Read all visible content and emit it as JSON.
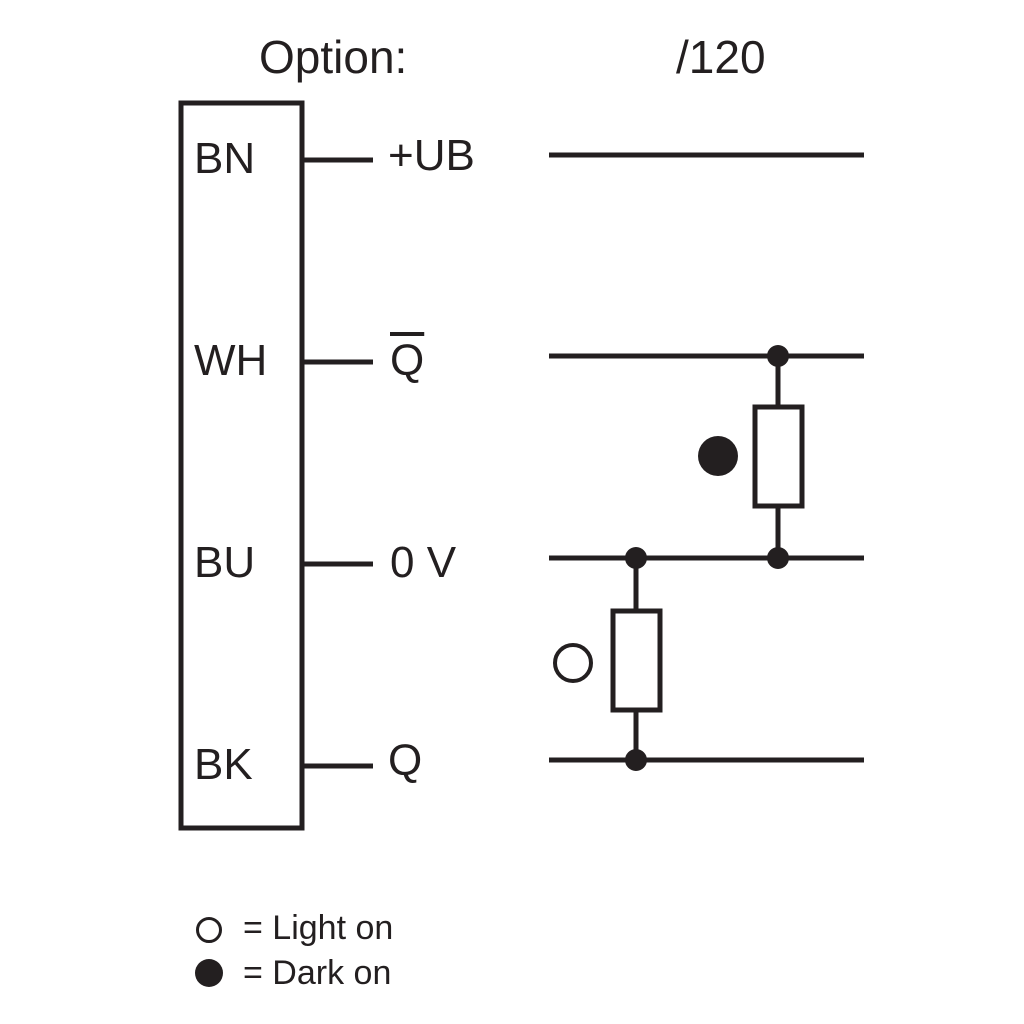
{
  "header": {
    "option_label": "Option:",
    "option_value": "/120"
  },
  "pins": [
    {
      "color_code": "BN",
      "signal": "+UB"
    },
    {
      "color_code": "WH",
      "signal": "Q"
    },
    {
      "color_code": "BU",
      "signal": "0 V"
    },
    {
      "color_code": "BK",
      "signal": "Q"
    }
  ],
  "loads": [
    {
      "mode_icon": "filled-circle-icon",
      "between": [
        "WH",
        "BU"
      ]
    },
    {
      "mode_icon": "open-circle-icon",
      "between": [
        "BU",
        "BK"
      ]
    }
  ],
  "legend": {
    "light_on": "= Light on",
    "dark_on": "= Dark on"
  },
  "colors": {
    "line": "#231f20",
    "background": "#ffffff"
  }
}
